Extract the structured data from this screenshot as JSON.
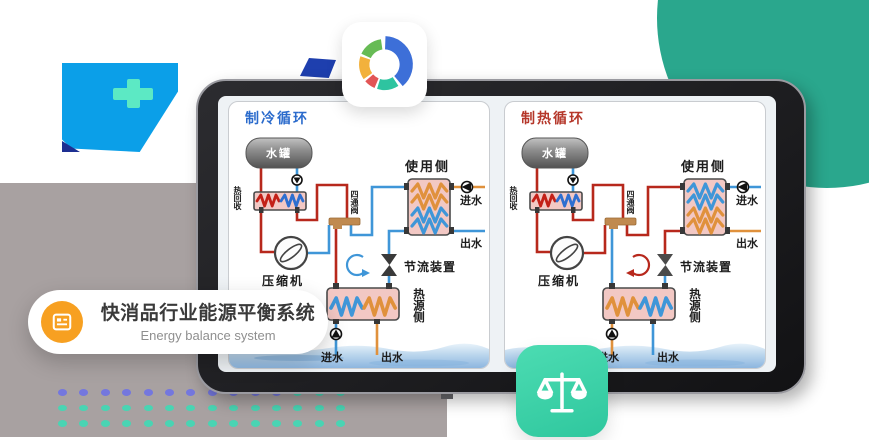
{
  "scene": {
    "gray_panel_color": "#a8a1a1",
    "teal_circle_color": "#2aa78d",
    "blue_shape_color": "#0b9fe8",
    "blue_shape_cross_color": "#5ce9c4",
    "navy_accent_color": "#1d2f92"
  },
  "dots": {
    "rows": 3,
    "cols": 14,
    "row1_purple": 11,
    "purple": "#7477de",
    "teal": "#49d4b3"
  },
  "badge": {
    "title": "快消品行业能源平衡系统",
    "subtitle": "Energy balance system",
    "icon": "document-icon",
    "icon_bg": "#f7a021"
  },
  "donut_app_icon": {
    "segments": [
      {
        "name": "blue",
        "color": "#3d6fd8"
      },
      {
        "name": "teal",
        "color": "#2ec4a0"
      },
      {
        "name": "red",
        "color": "#e25555"
      },
      {
        "name": "yellow",
        "color": "#f2b13c"
      },
      {
        "name": "green",
        "color": "#67bb55"
      }
    ]
  },
  "scales_app_icon": {
    "color": "#2fc79e",
    "glyph": "balance-scale"
  },
  "tablet": {
    "frame_color": "#1a1a1c",
    "pipe_colors": {
      "hot": "#b7281c",
      "cold": "#3f96d8",
      "warm": "#e0913c"
    },
    "panels": [
      {
        "variant": "cooling",
        "title": "制冷循环",
        "title_color": "#2b6bcc",
        "labels": {
          "tank": "水罐",
          "heat_recovery": "热回收",
          "four_way_valve": "四通阀",
          "usage_side": "使用侧",
          "usage_in": "进水",
          "usage_out": "出水",
          "compressor": "压缩机",
          "throttle": "节流装置",
          "heat_source": "热源侧",
          "source_in": "进水",
          "source_out": "出水"
        }
      },
      {
        "variant": "heating",
        "title": "制热循环",
        "title_color": "#b5372a",
        "labels": {
          "tank": "水罐",
          "heat_recovery": "热回收",
          "four_way_valve": "四通阀",
          "usage_side": "使用侧",
          "usage_in": "进水",
          "usage_out": "出水",
          "compressor": "压缩机",
          "throttle": "节流装置",
          "heat_source": "热源侧",
          "source_in": "进水",
          "source_out": "出水"
        }
      }
    ]
  }
}
